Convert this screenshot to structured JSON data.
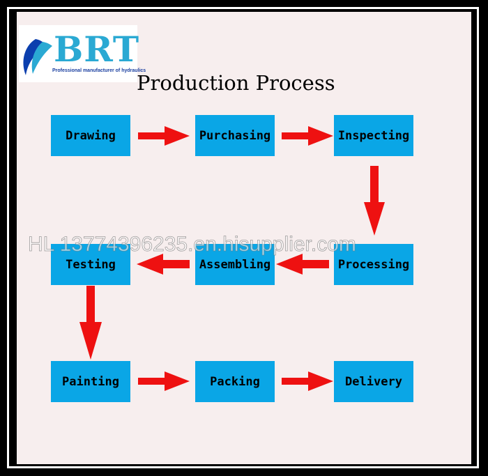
{
  "title": "Production Process",
  "logo": {
    "brand": "BRT",
    "tagline": "Professional manufacturer of hydraulics"
  },
  "steps": [
    {
      "label": "Drawing"
    },
    {
      "label": "Purchasing"
    },
    {
      "label": "Inspecting"
    },
    {
      "label": "Processing"
    },
    {
      "label": "Assembling"
    },
    {
      "label": "Testing"
    },
    {
      "label": "Painting"
    },
    {
      "label": "Packing"
    },
    {
      "label": "Delivery"
    }
  ],
  "watermark": "HL 13774396235.en.hisupplier.com",
  "colors": {
    "box": "#0aa6e6",
    "arrow": "#ee1111",
    "background": "#f7eeee",
    "brand": "#2aa9d3"
  }
}
